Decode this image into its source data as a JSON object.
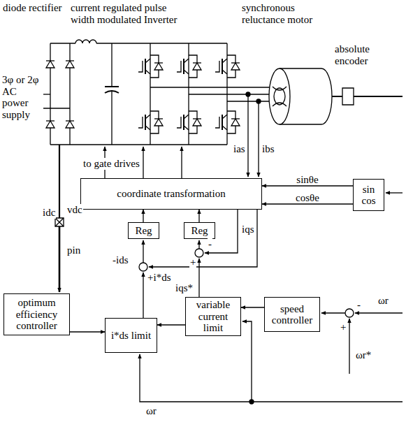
{
  "diagram": {
    "nodes": [
      {
        "text": [
          "coordinate transformation"
        ]
      },
      {
        "text": [
          "sin cos"
        ]
      },
      {
        "text": [
          "Reg"
        ]
      },
      {
        "text": [
          "Reg"
        ]
      },
      {
        "text": [
          "optimum efficiency controller"
        ]
      },
      {
        "text": [
          "i*ds limit"
        ]
      },
      {
        "text": [
          "variable current limit"
        ]
      },
      {
        "text": [
          "speed controller"
        ]
      }
    ],
    "edges": [
      {
        "from": 2,
        "to": 0,
        "arrow": "to"
      },
      {
        "from": 3,
        "to": 0,
        "arrow": "to"
      },
      {
        "from": 1,
        "to": 0,
        "arrow": "to",
        "label": "sinθe"
      },
      {
        "from": 1,
        "to": 0,
        "arrow": "to",
        "label": "cosθe"
      },
      {
        "from": 7,
        "to": 6,
        "arrow": "to"
      },
      {
        "from": 4,
        "to": 5,
        "arrow": "to"
      },
      {
        "from": 6,
        "to": 5,
        "arrow": "to"
      }
    ],
    "labels": [
      "diode rectifier",
      "current regulated pulse width modulated Inverter",
      "synchronous reluctance motor",
      "absolute encoder",
      "3φ or 2φ AC power supply",
      "ias",
      "ibs",
      "to gate drives",
      "idc",
      "vdc",
      "pin",
      "iqs",
      "-ids",
      "-",
      "+",
      "+i*ds",
      "iqs*",
      "ωr",
      "-",
      "ωr*",
      "+",
      "ωr"
    ]
  }
}
